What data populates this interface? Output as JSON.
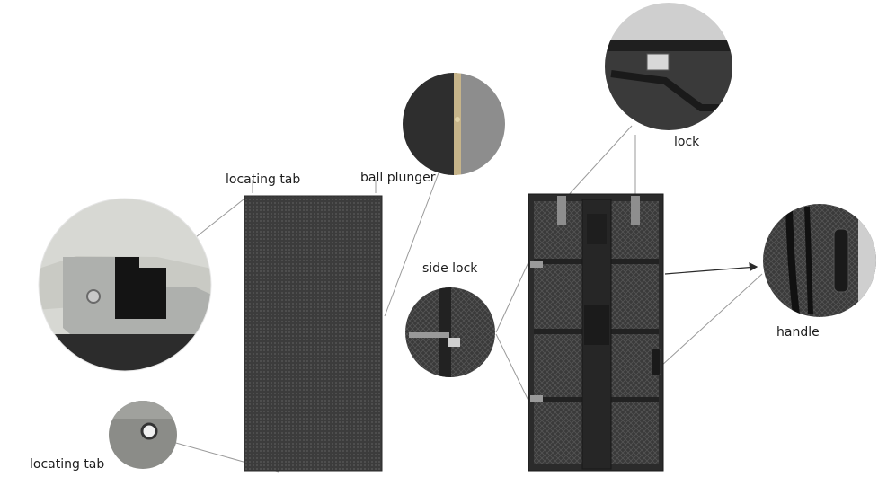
{
  "labels": {
    "locating_tab_top": "locating tab",
    "ball_plunger": "ball plunger",
    "lock": "lock",
    "side_lock": "side lock",
    "handle": "handle",
    "locating_tab_bottom": "locating tab"
  },
  "colors": {
    "background": "#ffffff",
    "panel_front": "#3a3a3a",
    "cabinet_back": "#2b2b2b",
    "leader_line": "#9a9a9a",
    "text": "#1c1c1c"
  }
}
